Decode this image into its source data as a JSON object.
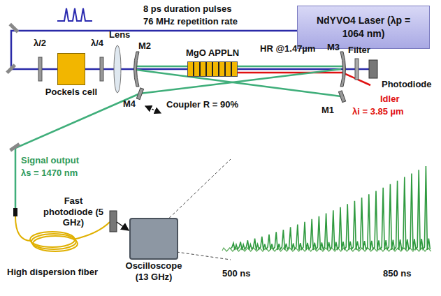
{
  "diagram": {
    "nodes": [
      {
        "text": [
          "NdYVO4 Laser (λp = 1064 nm)"
        ]
      },
      {
        "text": [
          "Pockels cell"
        ]
      },
      {
        "text": [
          "MgO APPLN"
        ]
      },
      {
        "text": [
          "Oscilloscope (13 GHz)"
        ]
      }
    ],
    "labels": [
      "8 ps duration pulses",
      "76 MHz repetition rate",
      "λ/2",
      "λ/4",
      "Lens",
      "M2",
      "HR @1.47µm",
      "M3",
      "Filter",
      "Photodiode",
      "M1",
      "Idler",
      "λi = 3.85 µm",
      "M4",
      "Coupler R = 90%",
      "Signal output",
      "λs = 1470 nm",
      "Fast photodiode (5 GHz)",
      "High dispersion fiber",
      "500 ns",
      "850 ns"
    ]
  }
}
